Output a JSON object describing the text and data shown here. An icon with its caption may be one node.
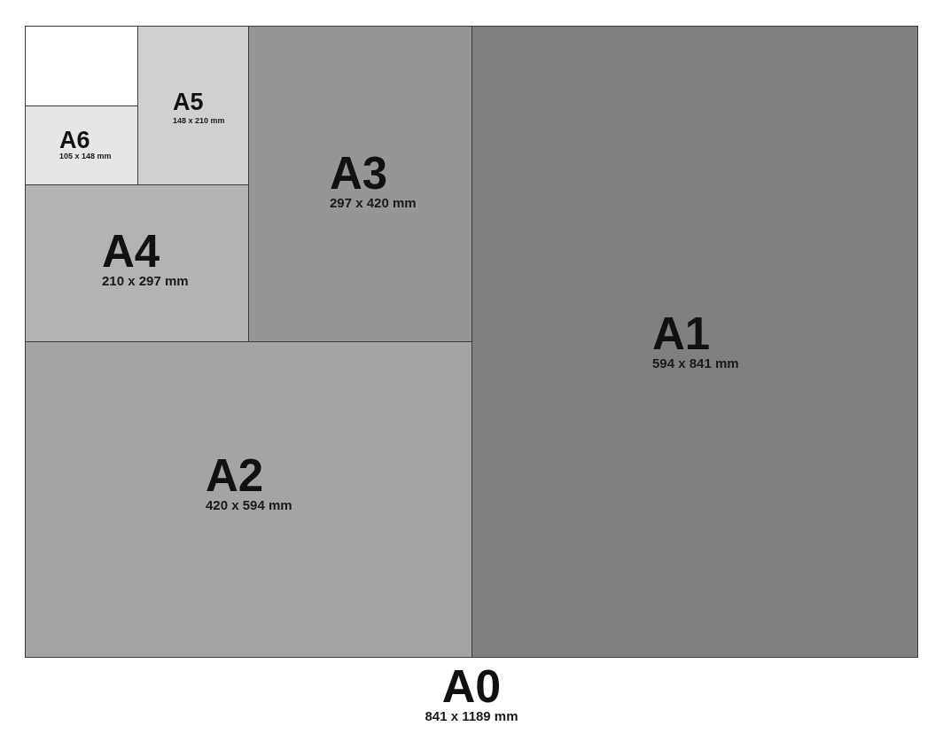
{
  "diagram": {
    "nodes": [
      {
        "text": [
          "A0",
          "841 x 1189 mm"
        ]
      },
      {
        "text": [],
        "shape": "box",
        "in": 0
      },
      {
        "text": [
          "A5",
          "148 x 210 mm"
        ],
        "in": 0
      },
      {
        "text": [
          "A3",
          "297 x 420 mm"
        ],
        "in": 0
      },
      {
        "text": [
          "A1",
          "594 x 841 mm"
        ],
        "in": 0
      },
      {
        "text": [
          "A6",
          "105 x 148 mm"
        ],
        "in": 0
      },
      {
        "text": [
          "A4",
          "210 x 297 mm"
        ],
        "in": 0
      },
      {
        "text": [
          "A2",
          "420 x 594 mm"
        ],
        "in": 0
      }
    ]
  }
}
